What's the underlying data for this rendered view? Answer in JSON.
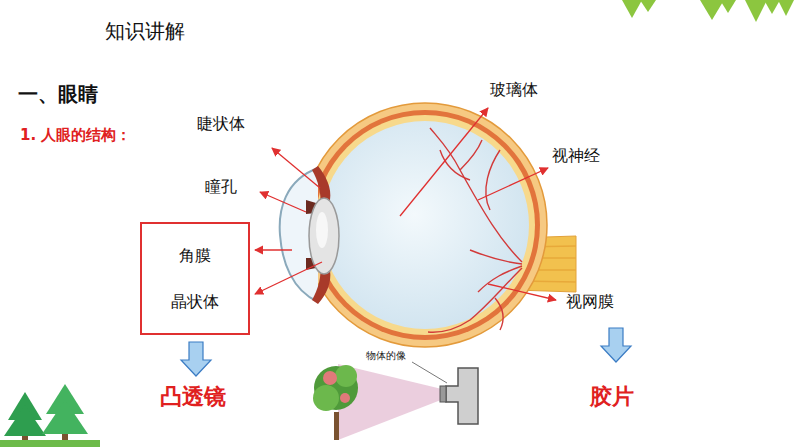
{
  "diagram": {
    "title": "知识讲解",
    "nodes": [
      {
        "text": [
          "角膜",
          "晶状体"
        ]
      }
    ],
    "labels": [
      "一、眼睛",
      "1. 人眼的结构：",
      "睫状体",
      "瞳孔",
      "玻璃体",
      "视神经",
      "视网膜",
      "凸透镜",
      "胶片",
      "物体的像"
    ]
  }
}
